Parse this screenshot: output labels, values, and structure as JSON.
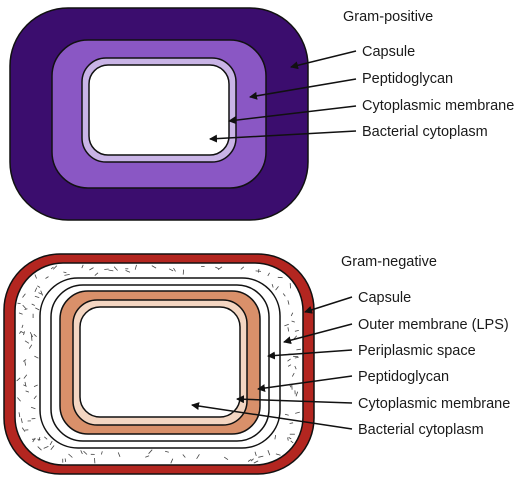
{
  "colors": {
    "gp_capsule": "#3b0d6e",
    "gp_peptidoglycan": "#8a57c4",
    "gp_membrane": "#c9b4e6",
    "gn_capsule": "#b32620",
    "gn_peptidoglycan": "#d9906a",
    "gn_membrane": "#f4d6c2",
    "outline": "#111111",
    "cytoplasm": "#ffffff"
  },
  "gram_positive": {
    "title": "Gram-positive",
    "labels": {
      "capsule": "Capsule",
      "peptidoglycan": "Peptidoglycan",
      "membrane": "Cytoplasmic membrane",
      "cytoplasm": "Bacterial cytoplasm"
    }
  },
  "gram_negative": {
    "title": "Gram-negative",
    "labels": {
      "capsule": "Capsule",
      "outer_membrane": "Outer membrane (LPS)",
      "periplasm": "Periplasmic space",
      "peptidoglycan": "Peptidoglycan",
      "membrane": "Cytoplasmic membrane",
      "cytoplasm": "Bacterial cytoplasm"
    }
  }
}
